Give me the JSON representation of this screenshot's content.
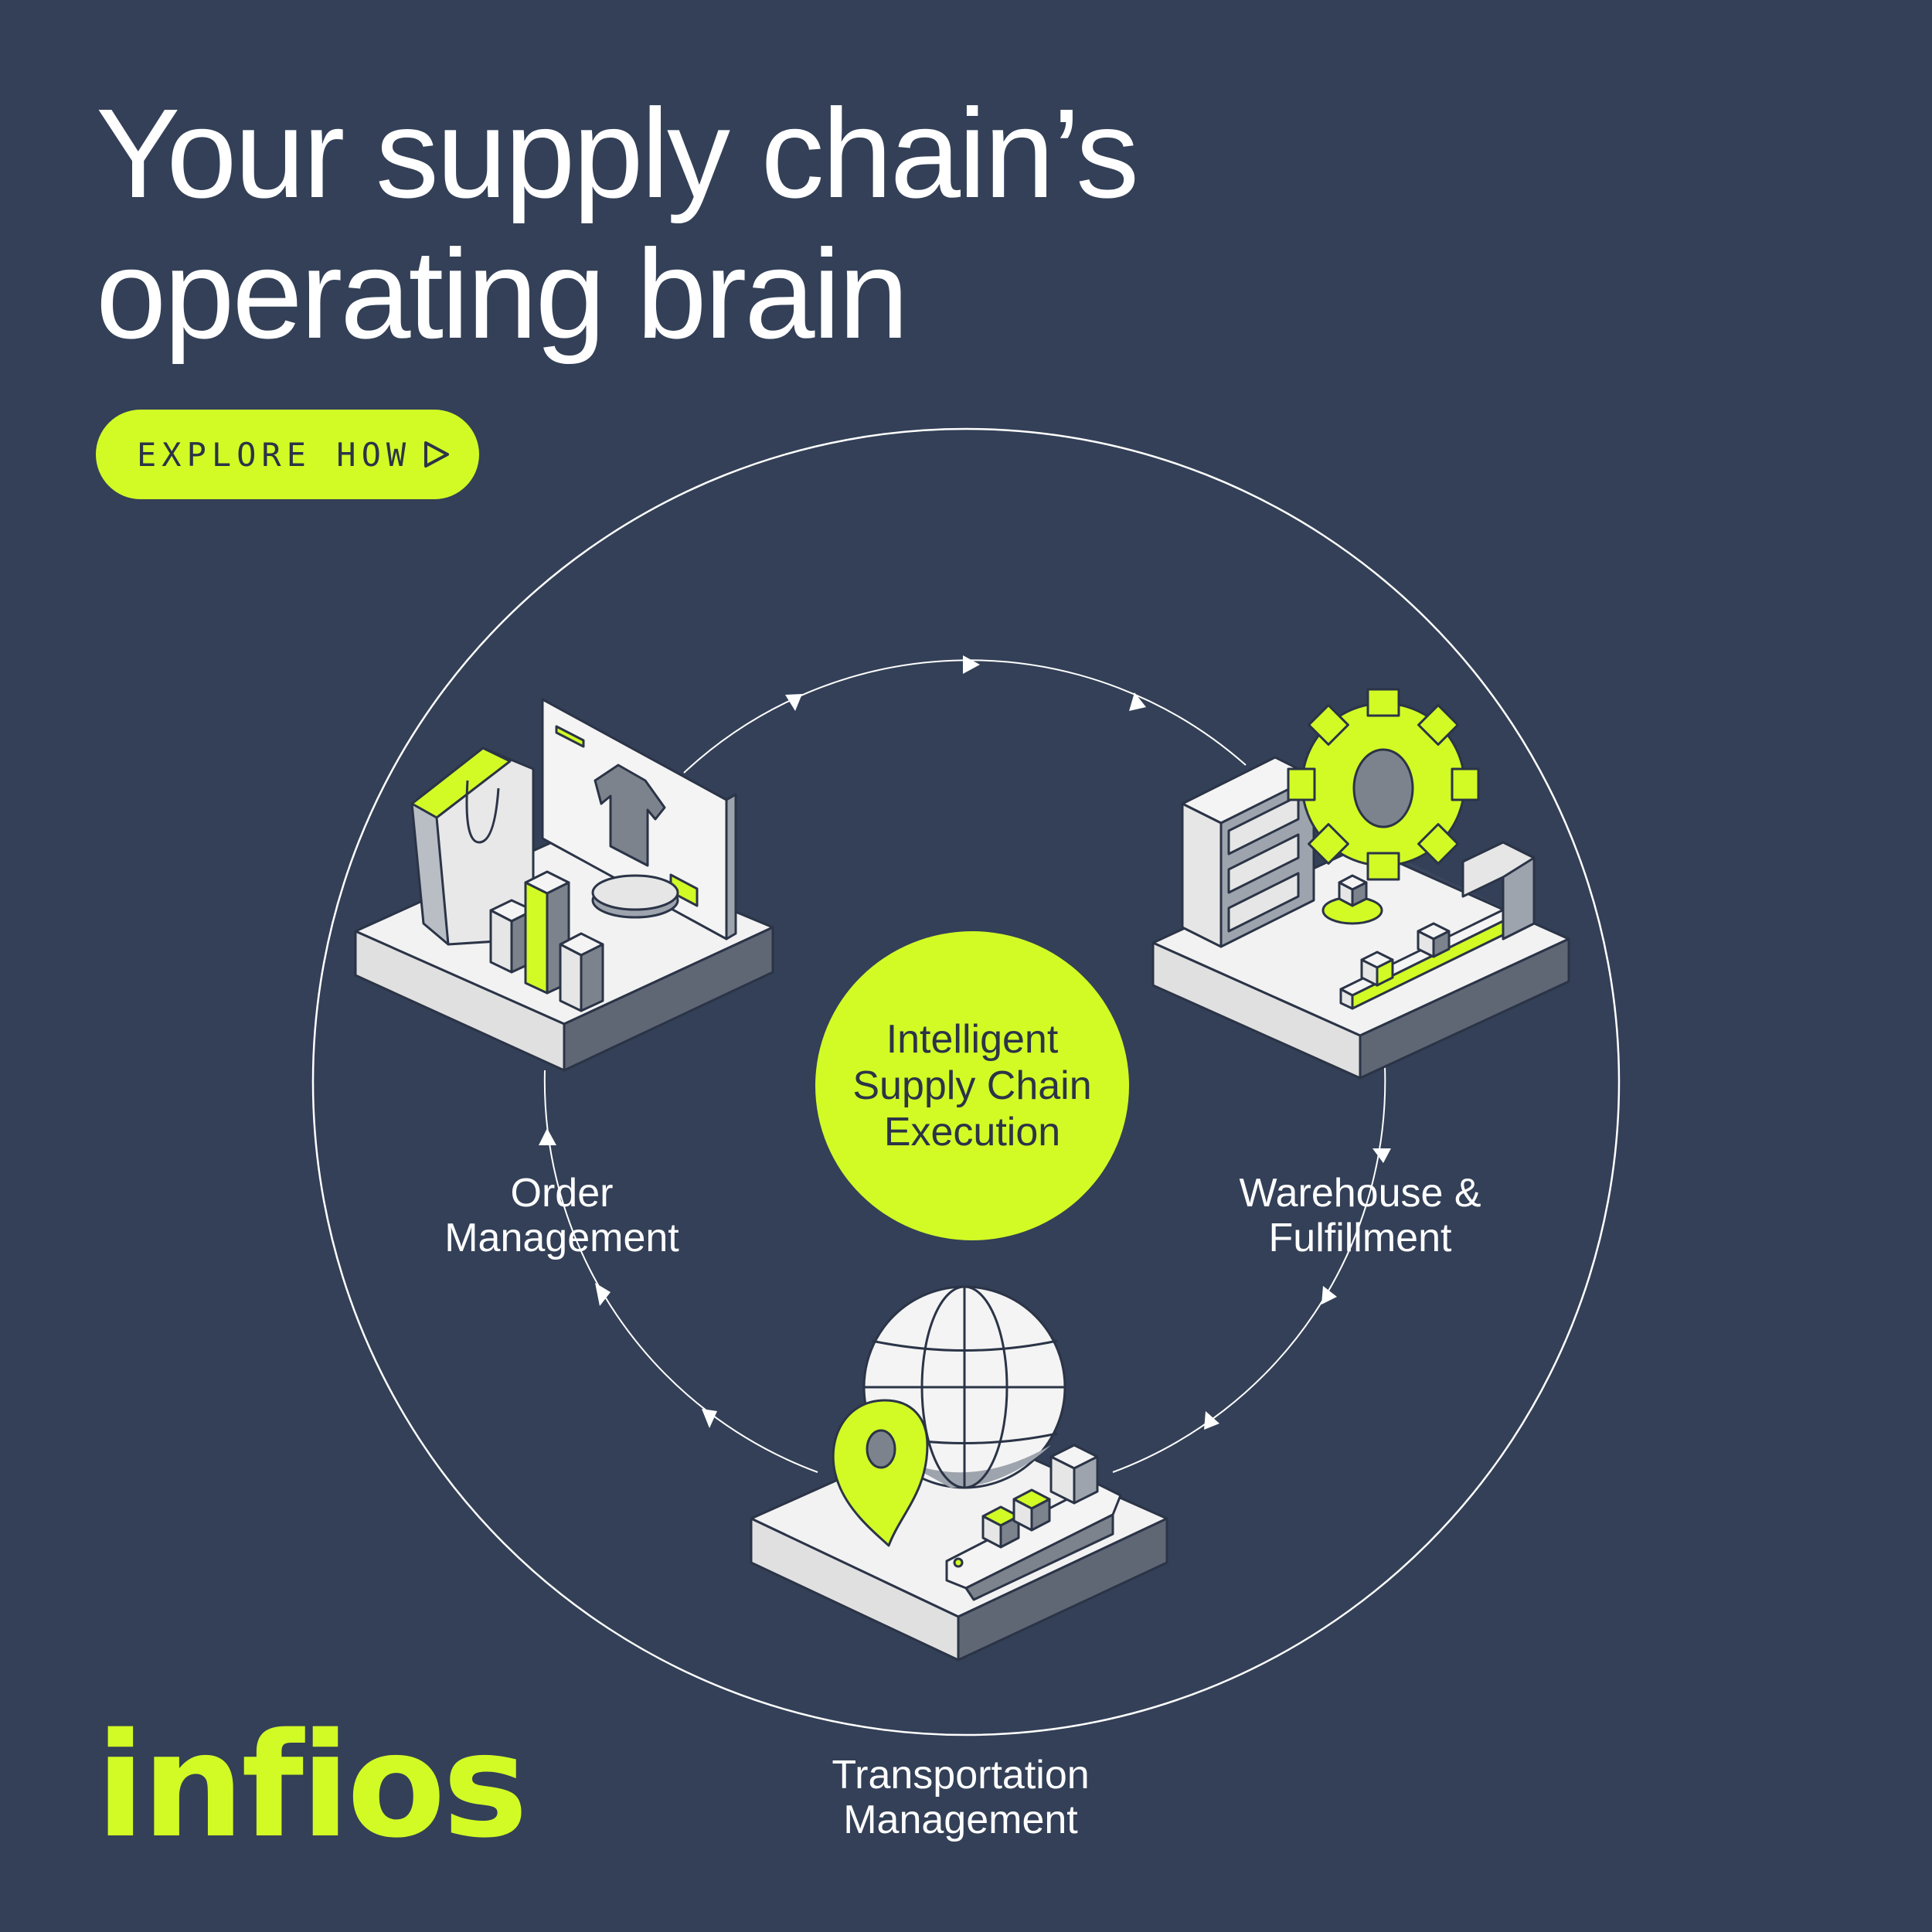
{
  "headline": {
    "line1": "Your supply chain’s",
    "line2": "operating brain"
  },
  "cta": {
    "label": "EXPLORE HOW",
    "icon": "play-triangle-icon"
  },
  "center": {
    "line1": "Intelligent",
    "line2": "Supply Chain",
    "line3": "Execution"
  },
  "modules": [
    {
      "line1": "Order",
      "line2": "Management",
      "icon": "storefront-monitor-icon"
    },
    {
      "line1": "Warehouse &",
      "line2": "Fulfillment",
      "icon": "warehouse-gear-icon"
    },
    {
      "line1": "Transportation",
      "line2": "Management",
      "icon": "globe-ship-pin-icon"
    }
  ],
  "brand": {
    "logo": "infios"
  },
  "colors": {
    "background": "#334057",
    "accent": "#d2fb26",
    "text": "#ffffff",
    "dark_text": "#2b3447"
  }
}
